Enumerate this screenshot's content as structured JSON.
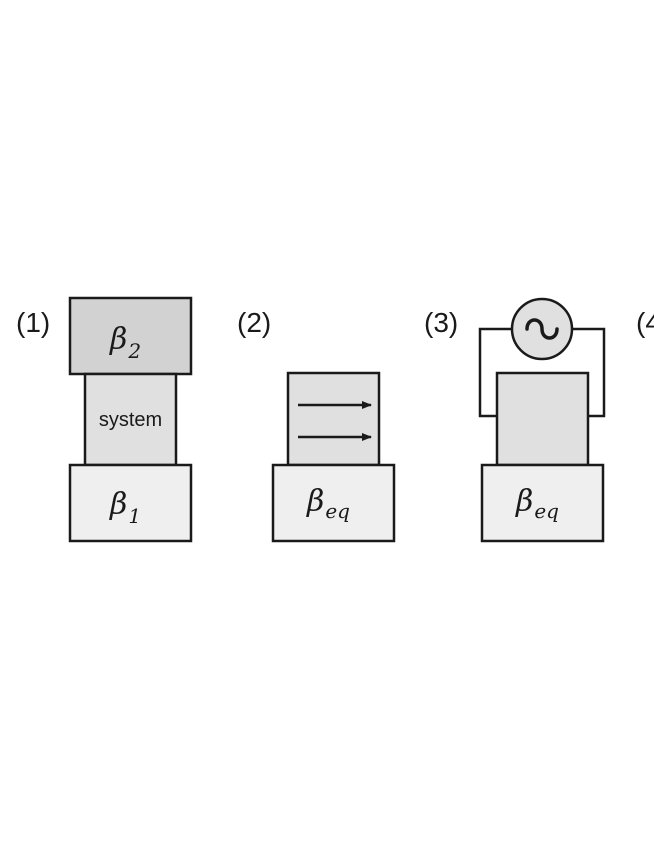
{
  "panels": [
    {
      "label": "(1)",
      "system_label": "system",
      "top_bath": {
        "symbol": "β",
        "subscript": "2"
      },
      "bottom_bath": {
        "symbol": "β",
        "subscript": "1"
      }
    },
    {
      "label": "(2)",
      "bath": {
        "symbol": "β",
        "subscript": "eq"
      },
      "arrows": 2
    },
    {
      "label": "(3)",
      "source_symbol": "∿",
      "bath": {
        "symbol": "β",
        "subscript": "eq"
      }
    },
    {
      "label": "(4"
    }
  ],
  "colors": {
    "top_bath": "#d2d2d2",
    "system": "#e0e0e0",
    "bath": "#efefef",
    "stroke": "#1a1a1a"
  }
}
